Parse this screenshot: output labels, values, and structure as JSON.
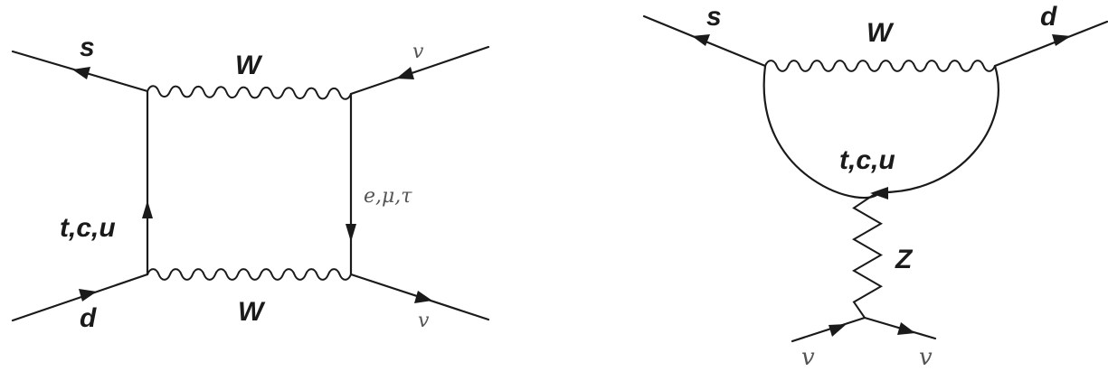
{
  "box_diagram": {
    "top_left_quark": "s",
    "bottom_left_quark": "d",
    "top_boson": "W",
    "bottom_boson": "W",
    "internal_quarks": "t,c,u",
    "internal_leptons": "e,μ,τ",
    "top_right_lepton": "v",
    "bottom_right_lepton": "v"
  },
  "penguin_diagram": {
    "incoming_quark": "s",
    "outgoing_quark": "d",
    "loop_boson": "W",
    "loop_quarks": "t,c,u",
    "neutral_boson": "Z",
    "neutrino_left": "v",
    "neutrino_right": "v"
  }
}
